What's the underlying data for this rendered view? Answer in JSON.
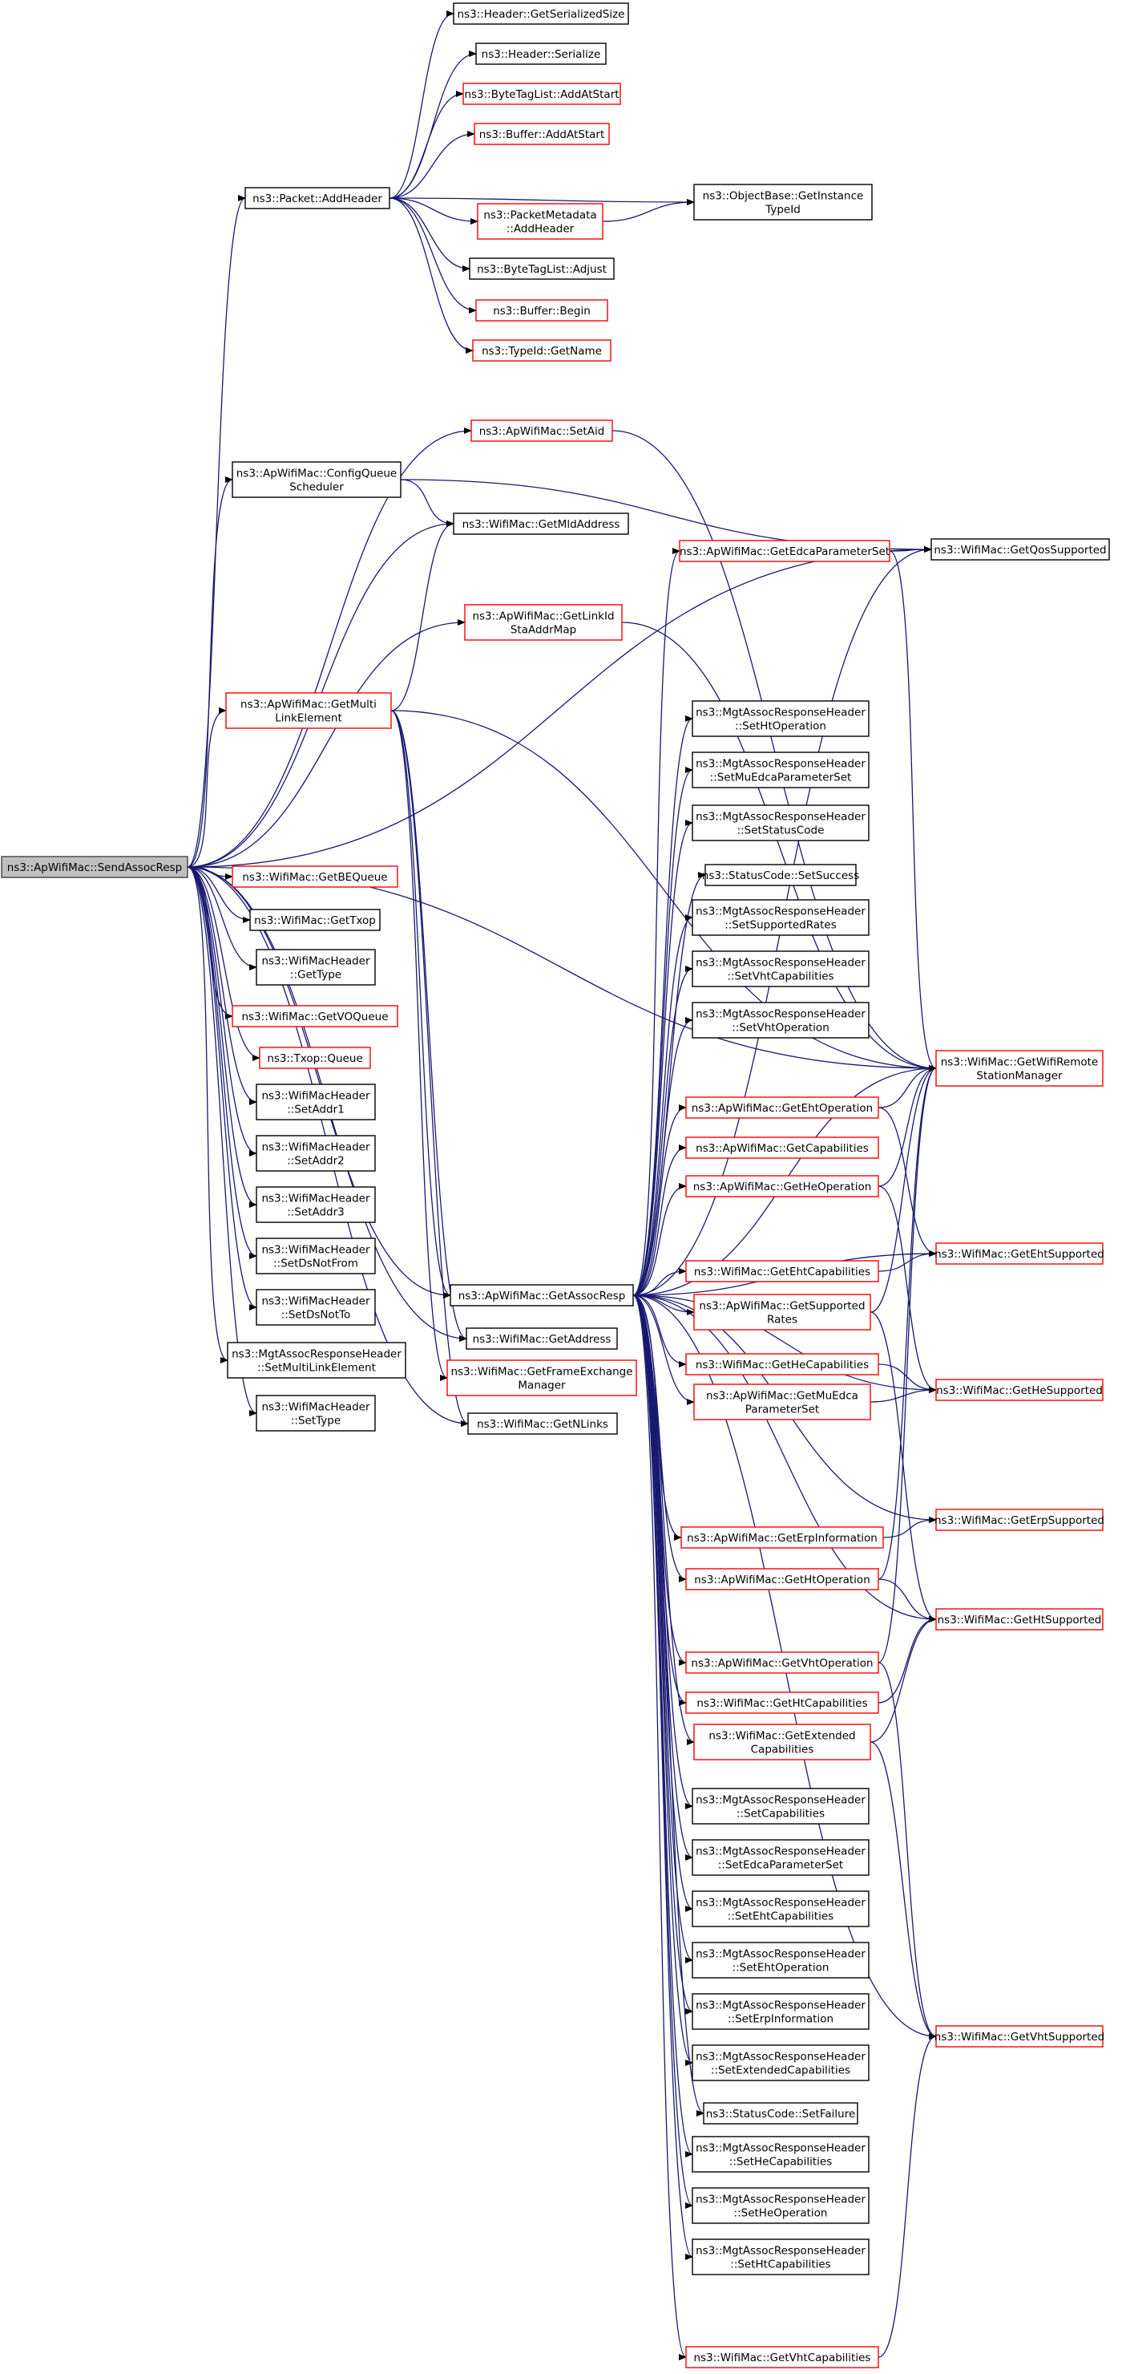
{
  "diagram": {
    "type": "call-graph",
    "nodes": [
      {
        "id": "n0",
        "lines": [
          "ns3::ApWifiMac::SendAssocResp"
        ],
        "style": "root"
      },
      {
        "id": "n1",
        "lines": [
          "ns3::Packet::AddHeader"
        ],
        "style": "black"
      },
      {
        "id": "n2",
        "lines": [
          "ns3::Header::GetSerializedSize"
        ],
        "style": "black"
      },
      {
        "id": "n3",
        "lines": [
          "ns3::Header::Serialize"
        ],
        "style": "black"
      },
      {
        "id": "n4",
        "lines": [
          "ns3::ByteTagList::AddAtStart"
        ],
        "style": "red"
      },
      {
        "id": "n5",
        "lines": [
          "ns3::Buffer::AddAtStart"
        ],
        "style": "red"
      },
      {
        "id": "n6",
        "lines": [
          "ns3::PacketMetadata",
          "::AddHeader"
        ],
        "style": "red"
      },
      {
        "id": "n7",
        "lines": [
          "ns3::ObjectBase::GetInstance",
          "TypeId"
        ],
        "style": "black"
      },
      {
        "id": "n8",
        "lines": [
          "ns3::ByteTagList::Adjust"
        ],
        "style": "black"
      },
      {
        "id": "n9",
        "lines": [
          "ns3::Buffer::Begin"
        ],
        "style": "red"
      },
      {
        "id": "n10",
        "lines": [
          "ns3::TypeId::GetName"
        ],
        "style": "red"
      },
      {
        "id": "n11",
        "lines": [
          "ns3::ApWifiMac::SetAid"
        ],
        "style": "red"
      },
      {
        "id": "n12",
        "lines": [
          "ns3::ApWifiMac::ConfigQueue",
          "Scheduler"
        ],
        "style": "black"
      },
      {
        "id": "n13",
        "lines": [
          "ns3::WifiMac::GetMldAddress"
        ],
        "style": "black"
      },
      {
        "id": "n14",
        "lines": [
          "ns3::WifiMac::GetQosSupported"
        ],
        "style": "black"
      },
      {
        "id": "n15",
        "lines": [
          "ns3::ApWifiMac::GetEdcaParameterSet"
        ],
        "style": "red"
      },
      {
        "id": "n16",
        "lines": [
          "ns3::ApWifiMac::GetLinkId",
          "StaAddrMap"
        ],
        "style": "red"
      },
      {
        "id": "n17",
        "lines": [
          "ns3::ApWifiMac::GetMulti",
          "LinkElement"
        ],
        "style": "red"
      },
      {
        "id": "n18",
        "lines": [
          "ns3::MgtAssocResponseHeader",
          "::SetHtOperation"
        ],
        "style": "black"
      },
      {
        "id": "n19",
        "lines": [
          "ns3::MgtAssocResponseHeader",
          "::SetMuEdcaParameterSet"
        ],
        "style": "black"
      },
      {
        "id": "n20",
        "lines": [
          "ns3::MgtAssocResponseHeader",
          "::SetStatusCode"
        ],
        "style": "black"
      },
      {
        "id": "n21",
        "lines": [
          "ns3::StatusCode::SetSuccess"
        ],
        "style": "black"
      },
      {
        "id": "n22",
        "lines": [
          "ns3::MgtAssocResponseHeader",
          "::SetSupportedRates"
        ],
        "style": "black"
      },
      {
        "id": "n23",
        "lines": [
          "ns3::MgtAssocResponseHeader",
          "::SetVhtCapabilities"
        ],
        "style": "black"
      },
      {
        "id": "n24",
        "lines": [
          "ns3::MgtAssocResponseHeader",
          "::SetVhtOperation"
        ],
        "style": "black"
      },
      {
        "id": "n25",
        "lines": [
          "ns3::WifiMac::GetWifiRemote",
          "StationManager"
        ],
        "style": "red"
      },
      {
        "id": "n26",
        "lines": [
          "ns3::WifiMac::GetBEQueue"
        ],
        "style": "red"
      },
      {
        "id": "n27",
        "lines": [
          "ns3::WifiMac::GetTxop"
        ],
        "style": "black"
      },
      {
        "id": "n28",
        "lines": [
          "ns3::WifiMacHeader",
          "::GetType"
        ],
        "style": "black"
      },
      {
        "id": "n29",
        "lines": [
          "ns3::WifiMac::GetVOQueue"
        ],
        "style": "red"
      },
      {
        "id": "n30",
        "lines": [
          "ns3::Txop::Queue"
        ],
        "style": "red"
      },
      {
        "id": "n31",
        "lines": [
          "ns3::WifiMacHeader",
          "::SetAddr1"
        ],
        "style": "black"
      },
      {
        "id": "n32",
        "lines": [
          "ns3::WifiMacHeader",
          "::SetAddr2"
        ],
        "style": "black"
      },
      {
        "id": "n33",
        "lines": [
          "ns3::WifiMacHeader",
          "::SetAddr3"
        ],
        "style": "black"
      },
      {
        "id": "n34",
        "lines": [
          "ns3::WifiMacHeader",
          "::SetDsNotFrom"
        ],
        "style": "black"
      },
      {
        "id": "n35",
        "lines": [
          "ns3::WifiMacHeader",
          "::SetDsNotTo"
        ],
        "style": "black"
      },
      {
        "id": "n36",
        "lines": [
          "ns3::MgtAssocResponseHeader",
          "::SetMultiLinkElement"
        ],
        "style": "black"
      },
      {
        "id": "n37",
        "lines": [
          "ns3::WifiMacHeader",
          "::SetType"
        ],
        "style": "black"
      },
      {
        "id": "n38",
        "lines": [
          "ns3::ApWifiMac::GetAssocResp"
        ],
        "style": "black"
      },
      {
        "id": "n39",
        "lines": [
          "ns3::WifiMac::GetAddress"
        ],
        "style": "black"
      },
      {
        "id": "n40",
        "lines": [
          "ns3::WifiMac::GetFrameExchange",
          "Manager"
        ],
        "style": "red"
      },
      {
        "id": "n41",
        "lines": [
          "ns3::WifiMac::GetNLinks"
        ],
        "style": "black"
      },
      {
        "id": "n42",
        "lines": [
          "ns3::ApWifiMac::GetEhtOperation"
        ],
        "style": "red"
      },
      {
        "id": "n43",
        "lines": [
          "ns3::ApWifiMac::GetCapabilities"
        ],
        "style": "red"
      },
      {
        "id": "n44",
        "lines": [
          "ns3::ApWifiMac::GetHeOperation"
        ],
        "style": "red"
      },
      {
        "id": "n45",
        "lines": [
          "ns3::WifiMac::GetEhtCapabilities"
        ],
        "style": "red"
      },
      {
        "id": "n46",
        "lines": [
          "ns3::ApWifiMac::GetSupported",
          "Rates"
        ],
        "style": "red"
      },
      {
        "id": "n47",
        "lines": [
          "ns3::WifiMac::GetHeCapabilities"
        ],
        "style": "red"
      },
      {
        "id": "n48",
        "lines": [
          "ns3::ApWifiMac::GetMuEdca",
          "ParameterSet"
        ],
        "style": "red"
      },
      {
        "id": "n49",
        "lines": [
          "ns3::WifiMac::GetEhtSupported"
        ],
        "style": "red"
      },
      {
        "id": "n50",
        "lines": [
          "ns3::WifiMac::GetHeSupported"
        ],
        "style": "red"
      },
      {
        "id": "n51",
        "lines": [
          "ns3::ApWifiMac::GetErpInformation"
        ],
        "style": "red"
      },
      {
        "id": "n52",
        "lines": [
          "ns3::ApWifiMac::GetHtOperation"
        ],
        "style": "red"
      },
      {
        "id": "n53",
        "lines": [
          "ns3::ApWifiMac::GetVhtOperation"
        ],
        "style": "red"
      },
      {
        "id": "n54",
        "lines": [
          "ns3::WifiMac::GetHtCapabilities"
        ],
        "style": "red"
      },
      {
        "id": "n55",
        "lines": [
          "ns3::WifiMac::GetExtended",
          "Capabilities"
        ],
        "style": "red"
      },
      {
        "id": "n56",
        "lines": [
          "ns3::WifiMac::GetErpSupported"
        ],
        "style": "red"
      },
      {
        "id": "n57",
        "lines": [
          "ns3::WifiMac::GetHtSupported"
        ],
        "style": "red"
      },
      {
        "id": "n58",
        "lines": [
          "ns3::MgtAssocResponseHeader",
          "::SetCapabilities"
        ],
        "style": "black"
      },
      {
        "id": "n59",
        "lines": [
          "ns3::MgtAssocResponseHeader",
          "::SetEdcaParameterSet"
        ],
        "style": "black"
      },
      {
        "id": "n60",
        "lines": [
          "ns3::MgtAssocResponseHeader",
          "::SetEhtCapabilities"
        ],
        "style": "black"
      },
      {
        "id": "n61",
        "lines": [
          "ns3::MgtAssocResponseHeader",
          "::SetEhtOperation"
        ],
        "style": "black"
      },
      {
        "id": "n62",
        "lines": [
          "ns3::MgtAssocResponseHeader",
          "::SetErpInformation"
        ],
        "style": "black"
      },
      {
        "id": "n63",
        "lines": [
          "ns3::MgtAssocResponseHeader",
          "::SetExtendedCapabilities"
        ],
        "style": "black"
      },
      {
        "id": "n64",
        "lines": [
          "ns3::StatusCode::SetFailure"
        ],
        "style": "black"
      },
      {
        "id": "n65",
        "lines": [
          "ns3::MgtAssocResponseHeader",
          "::SetHeCapabilities"
        ],
        "style": "black"
      },
      {
        "id": "n66",
        "lines": [
          "ns3::MgtAssocResponseHeader",
          "::SetHeOperation"
        ],
        "style": "black"
      },
      {
        "id": "n67",
        "lines": [
          "ns3::MgtAssocResponseHeader",
          "::SetHtCapabilities"
        ],
        "style": "black"
      },
      {
        "id": "n68",
        "lines": [
          "ns3::WifiMac::GetVhtSupported"
        ],
        "style": "red"
      },
      {
        "id": "n69",
        "lines": [
          "ns3::WifiMac::GetVhtCapabilities"
        ],
        "style": "red"
      }
    ],
    "edges": [
      [
        "n0",
        "n1"
      ],
      [
        "n0",
        "n11"
      ],
      [
        "n0",
        "n12"
      ],
      [
        "n0",
        "n13"
      ],
      [
        "n0",
        "n14"
      ],
      [
        "n0",
        "n16"
      ],
      [
        "n0",
        "n17"
      ],
      [
        "n0",
        "n26"
      ],
      [
        "n0",
        "n27"
      ],
      [
        "n0",
        "n28"
      ],
      [
        "n0",
        "n29"
      ],
      [
        "n0",
        "n30"
      ],
      [
        "n0",
        "n31"
      ],
      [
        "n0",
        "n32"
      ],
      [
        "n0",
        "n33"
      ],
      [
        "n0",
        "n34"
      ],
      [
        "n0",
        "n35"
      ],
      [
        "n0",
        "n36"
      ],
      [
        "n0",
        "n37"
      ],
      [
        "n0",
        "n38"
      ],
      [
        "n0",
        "n25"
      ],
      [
        "n0",
        "n39"
      ],
      [
        "n0",
        "n41"
      ],
      [
        "n1",
        "n2"
      ],
      [
        "n1",
        "n3"
      ],
      [
        "n1",
        "n4"
      ],
      [
        "n1",
        "n5"
      ],
      [
        "n1",
        "n6"
      ],
      [
        "n1",
        "n7"
      ],
      [
        "n1",
        "n8"
      ],
      [
        "n1",
        "n9"
      ],
      [
        "n1",
        "n10"
      ],
      [
        "n6",
        "n7"
      ],
      [
        "n11",
        "n25"
      ],
      [
        "n12",
        "n14"
      ],
      [
        "n12",
        "n13"
      ],
      [
        "n16",
        "n25"
      ],
      [
        "n17",
        "n13"
      ],
      [
        "n17",
        "n25"
      ],
      [
        "n17",
        "n39"
      ],
      [
        "n17",
        "n40"
      ],
      [
        "n17",
        "n41"
      ],
      [
        "n17",
        "n38"
      ],
      [
        "n38",
        "n15"
      ],
      [
        "n38",
        "n18"
      ],
      [
        "n38",
        "n19"
      ],
      [
        "n38",
        "n20"
      ],
      [
        "n38",
        "n21"
      ],
      [
        "n38",
        "n22"
      ],
      [
        "n38",
        "n23"
      ],
      [
        "n38",
        "n24"
      ],
      [
        "n38",
        "n25"
      ],
      [
        "n38",
        "n42"
      ],
      [
        "n38",
        "n43"
      ],
      [
        "n38",
        "n44"
      ],
      [
        "n38",
        "n45"
      ],
      [
        "n38",
        "n46"
      ],
      [
        "n38",
        "n47"
      ],
      [
        "n38",
        "n48"
      ],
      [
        "n38",
        "n49"
      ],
      [
        "n38",
        "n50"
      ],
      [
        "n38",
        "n51"
      ],
      [
        "n38",
        "n52"
      ],
      [
        "n38",
        "n53"
      ],
      [
        "n38",
        "n54"
      ],
      [
        "n38",
        "n55"
      ],
      [
        "n38",
        "n56"
      ],
      [
        "n38",
        "n57"
      ],
      [
        "n38",
        "n58"
      ],
      [
        "n38",
        "n59"
      ],
      [
        "n38",
        "n60"
      ],
      [
        "n38",
        "n61"
      ],
      [
        "n38",
        "n62"
      ],
      [
        "n38",
        "n63"
      ],
      [
        "n38",
        "n64"
      ],
      [
        "n38",
        "n65"
      ],
      [
        "n38",
        "n66"
      ],
      [
        "n38",
        "n67"
      ],
      [
        "n38",
        "n68"
      ],
      [
        "n38",
        "n69"
      ],
      [
        "n38",
        "n14"
      ],
      [
        "n15",
        "n14"
      ],
      [
        "n15",
        "n25"
      ],
      [
        "n42",
        "n25"
      ],
      [
        "n42",
        "n49"
      ],
      [
        "n44",
        "n25"
      ],
      [
        "n44",
        "n50"
      ],
      [
        "n45",
        "n49"
      ],
      [
        "n46",
        "n25"
      ],
      [
        "n46",
        "n57"
      ],
      [
        "n47",
        "n50"
      ],
      [
        "n48",
        "n50"
      ],
      [
        "n51",
        "n56"
      ],
      [
        "n52",
        "n25"
      ],
      [
        "n52",
        "n57"
      ],
      [
        "n53",
        "n25"
      ],
      [
        "n53",
        "n68"
      ],
      [
        "n54",
        "n57"
      ],
      [
        "n55",
        "n57"
      ],
      [
        "n55",
        "n68"
      ],
      [
        "n69",
        "n68"
      ]
    ]
  }
}
